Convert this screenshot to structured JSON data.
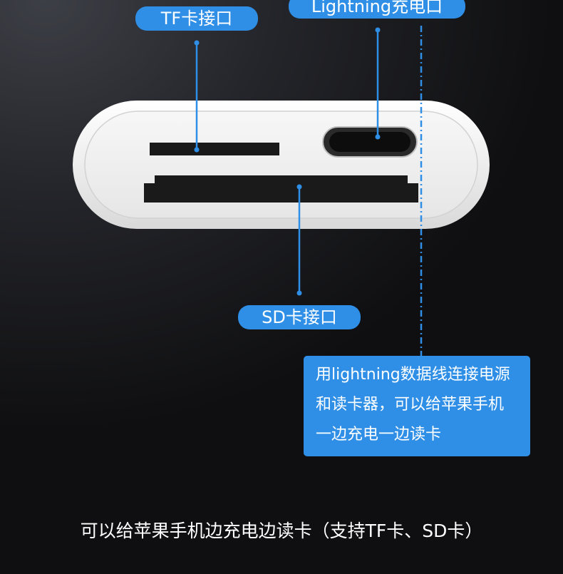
{
  "labels": {
    "tf_port": "TF卡接口",
    "lightning_port": "Lightning充电口",
    "sd_port": "SD卡接口"
  },
  "info_box": {
    "lines": [
      "用lightning数据线连接电源",
      "和读卡器，可以给苹果手机",
      "一边充电一边读卡"
    ]
  },
  "caption": "可以给苹果手机边充电边读卡（支持TF卡、SD卡）",
  "colors": {
    "accent": "#2f8fe7",
    "background": "#1c1d21",
    "device_body": "#f2f2f2",
    "text": "#ffffff"
  }
}
